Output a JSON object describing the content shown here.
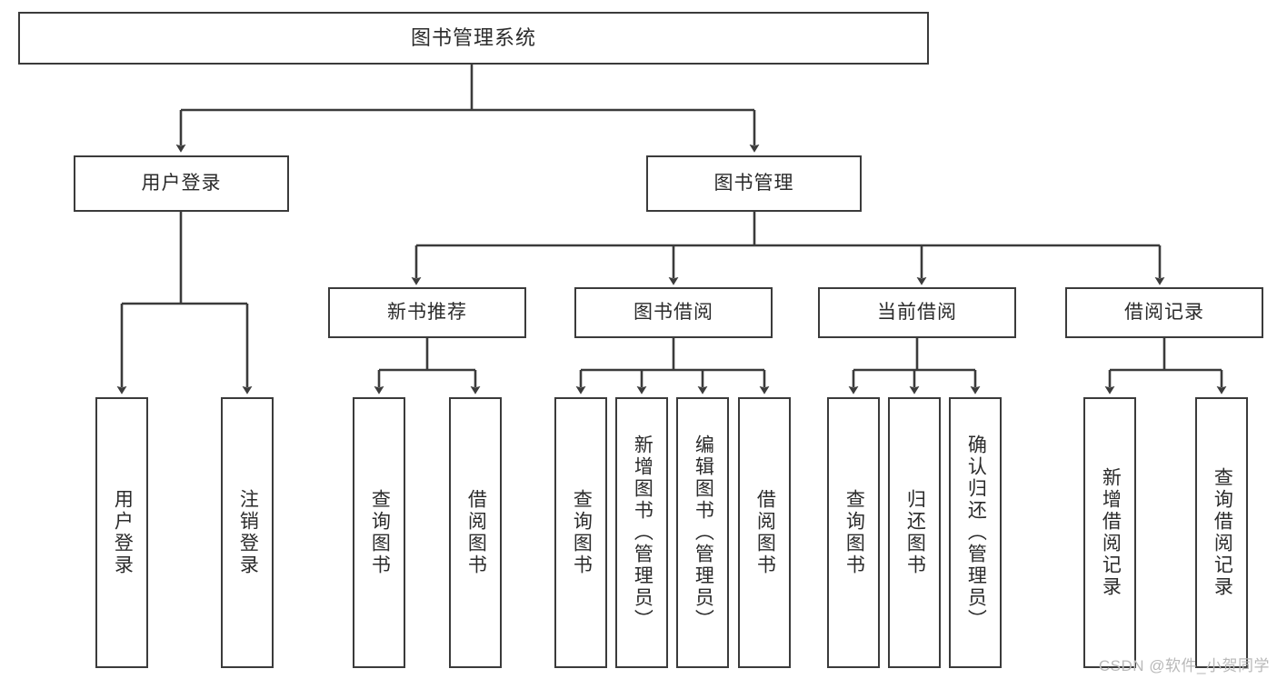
{
  "diagram": {
    "title": "图书管理系统",
    "type": "tree-hierarchy-chart",
    "root": {
      "label": "图书管理系统"
    },
    "level2": [
      {
        "label": "用户登录"
      },
      {
        "label": "图书管理"
      }
    ],
    "level3": [
      {
        "label": "新书推荐"
      },
      {
        "label": "图书借阅"
      },
      {
        "label": "当前借阅"
      },
      {
        "label": "借阅记录"
      }
    ],
    "leaves": {
      "user_login": [
        {
          "label": "用户登录"
        },
        {
          "label": "注销登录"
        }
      ],
      "new_book_recommend": [
        {
          "label": "查询图书"
        },
        {
          "label": "借阅图书"
        }
      ],
      "book_borrow": [
        {
          "label": "查询图书"
        },
        {
          "label": "新增图书（管理员）"
        },
        {
          "label": "编辑图书（管理员）"
        },
        {
          "label": "借阅图书"
        }
      ],
      "current_borrow": [
        {
          "label": "查询图书"
        },
        {
          "label": "归还图书"
        },
        {
          "label": "确认归还（管理员）"
        }
      ],
      "borrow_record": [
        {
          "label": "新增借阅记录"
        },
        {
          "label": "查询借阅记录"
        }
      ]
    }
  },
  "watermark": {
    "text": "CSDN @软件_小贺同学"
  },
  "colors": {
    "stroke": "#3b3b3b",
    "background": "#ffffff",
    "text": "#2b2b2b",
    "watermark": "#b9b9b9"
  }
}
